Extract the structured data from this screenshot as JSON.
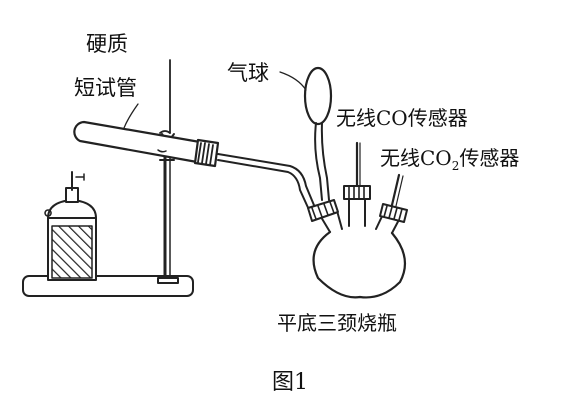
{
  "labels": {
    "tube_line1": "硬质",
    "tube_line2": "短试管",
    "balloon": "气球",
    "co_sensor": "无线CO传感器",
    "co2_sensor_prefix": "无线CO",
    "co2_sensor_sub": "2",
    "co2_sensor_suffix": "传感器",
    "flask": "平底三颈烧瓶",
    "figure_caption": "图1"
  }
}
